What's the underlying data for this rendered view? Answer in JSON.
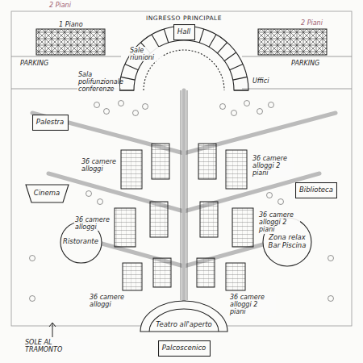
{
  "diagram": {
    "title": "INGRESSO PRINCIPALE",
    "nodes": [
      {
        "text": [
          "Hall"
        ]
      },
      {
        "text": [
          "Palestra"
        ]
      },
      {
        "text": [
          "Cinema"
        ]
      },
      {
        "text": [
          "Biblioteca"
        ]
      },
      {
        "text": [
          "Ristorante"
        ]
      },
      {
        "text": [
          "Zona relax Bar Piscina"
        ]
      },
      {
        "text": [
          "Teatro all'aperto"
        ]
      },
      {
        "text": [
          "Palcoscenico"
        ]
      }
    ],
    "labels": [
      "2 Piani",
      "1 Piano",
      "Sale riunioni",
      "Sala polifunzionale conferenze",
      "Uffici",
      "2 Piani",
      "PARKING",
      "PARKING",
      "36 camere alloggi",
      "36 camere alloggi 2 piani",
      "36 camere alloggi",
      "36 camere alloggi 2 piani",
      "36 camere alloggi",
      "36 camere alloggi 2 piani",
      "SOLE AL TRAMONTO"
    ]
  }
}
